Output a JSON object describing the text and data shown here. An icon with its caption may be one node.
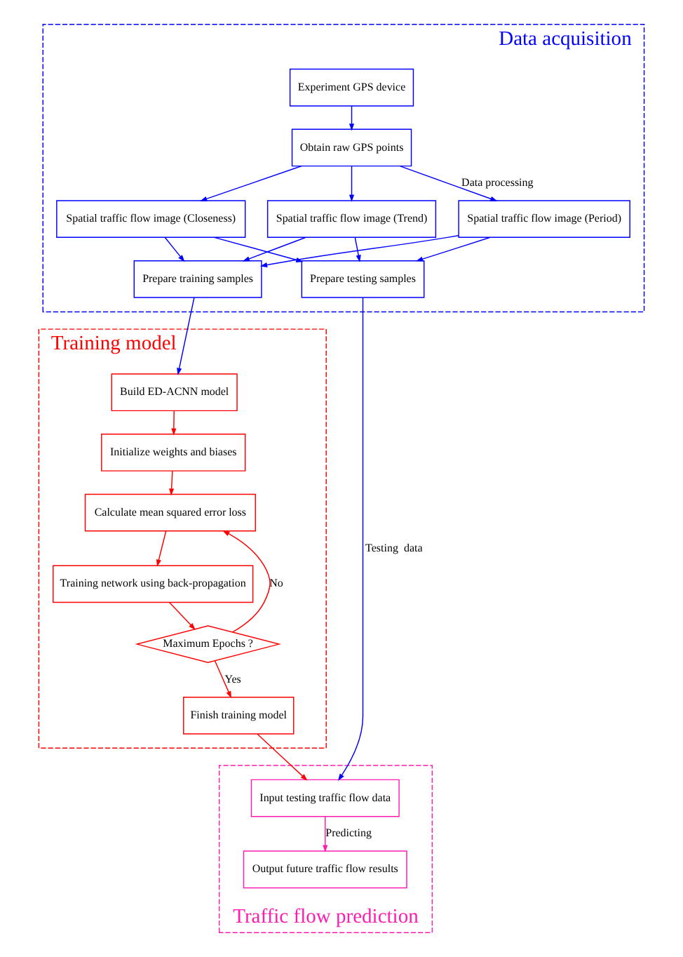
{
  "diagram": {
    "nodes": [
      {
        "text": [
          "Data acquisition"
        ]
      },
      {
        "text": [
          "Experiment GPS device"
        ],
        "in": 0
      },
      {
        "text": [
          "Obtain raw GPS points"
        ],
        "in": 0
      },
      {
        "text": [
          "Spatial traffic flow image (Closeness)"
        ],
        "in": 0
      },
      {
        "text": [
          "Spatial traffic flow image (Period)"
        ],
        "in": 0
      },
      {
        "text": [
          "Spatial traffic flow image (Trend)"
        ],
        "in": 0
      },
      {
        "text": [
          "Prepare testing samples"
        ],
        "in": 0
      },
      {
        "text": [
          "Prepare training samples"
        ],
        "in": 0
      },
      {
        "text": [
          "Training model"
        ]
      },
      {
        "text": [
          "Build ED-ACNN model"
        ],
        "in": 8
      },
      {
        "text": [
          "Initialize weights and biases"
        ],
        "in": 8
      },
      {
        "text": [
          "Calculate mean squared error loss"
        ],
        "in": 8
      },
      {
        "text": [
          "Training network using back-propagation"
        ],
        "in": 8
      },
      {
        "text": [
          "Maximum Epochs ?"
        ],
        "in": 8
      },
      {
        "text": [
          "Finish training model"
        ],
        "in": 8
      },
      {
        "text": [
          "Traffic flow prediction"
        ]
      },
      {
        "text": [
          "Input testing traffic flow data"
        ],
        "in": 15
      },
      {
        "text": [
          "Output future traffic flow results"
        ],
        "in": 15
      }
    ],
    "edges": [
      {
        "from": 1,
        "to": 2,
        "arrow": "to"
      },
      {
        "from": 2,
        "to": 3,
        "arrow": "to"
      },
      {
        "from": 2,
        "to": 4,
        "arrow": "to",
        "label": "Data processing"
      },
      {
        "from": 2,
        "to": 5,
        "arrow": "to"
      },
      {
        "from": 3,
        "to": 6,
        "arrow": "to"
      },
      {
        "from": 3,
        "to": 7,
        "arrow": "to"
      },
      {
        "from": 4,
        "to": 6,
        "arrow": "to"
      },
      {
        "from": 4,
        "to": 7,
        "arrow": "to"
      },
      {
        "from": 5,
        "to": 6,
        "arrow": "to"
      },
      {
        "from": 5,
        "to": 7,
        "arrow": "to"
      },
      {
        "from": 7,
        "to": 9,
        "arrow": "to"
      },
      {
        "from": 9,
        "to": 10,
        "arrow": "to",
        "color": "#ff0000"
      },
      {
        "from": 10,
        "to": 11,
        "arrow": "to",
        "color": "#ff0000"
      },
      {
        "from": 11,
        "to": 12,
        "arrow": "to",
        "color": "#ff0000"
      },
      {
        "from": 12,
        "to": 13,
        "arrow": "to",
        "color": "#ff0000"
      },
      {
        "from": 13,
        "to": 11,
        "arrow": "to",
        "label": "No",
        "color": "#ff0000"
      },
      {
        "from": 13,
        "to": 14,
        "arrow": "to",
        "label": "Yes",
        "color": "#ff0000"
      },
      {
        "from": 14,
        "to": 16,
        "arrow": "to",
        "color": "#ff0000"
      },
      {
        "from": 6,
        "to": 16,
        "arrow": "to",
        "label": "Testing  data"
      },
      {
        "from": 16,
        "to": 17,
        "arrow": "to",
        "label": "Predicting",
        "color": "#ff1cae"
      }
    ]
  }
}
